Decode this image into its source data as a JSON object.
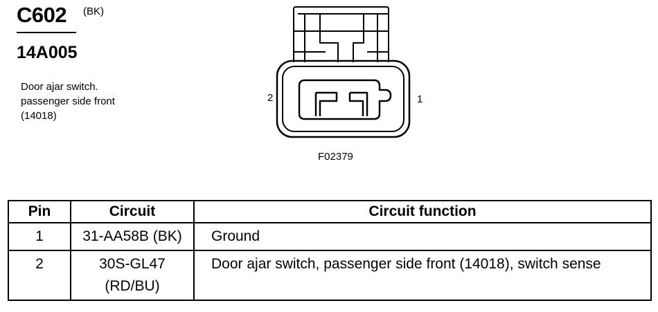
{
  "connector": {
    "id": "C602",
    "color": "(BK)",
    "part_number": "14A005"
  },
  "description": [
    "Door ajar switch.",
    "passenger side front",
    "(14018)"
  ],
  "diagram": {
    "pin_left": "2",
    "pin_right": "1",
    "figure_ref": "F02379"
  },
  "table": {
    "headers": [
      "Pin",
      "Circuit",
      "Circuit function"
    ],
    "rows": [
      {
        "pin": "1",
        "circuit": [
          "31-AA58B (BK)"
        ],
        "function": "Ground"
      },
      {
        "pin": "2",
        "circuit": [
          "30S-GL47",
          "(RD/BU)"
        ],
        "function": "Door ajar switch, passenger side front (14018), switch sense"
      }
    ]
  }
}
